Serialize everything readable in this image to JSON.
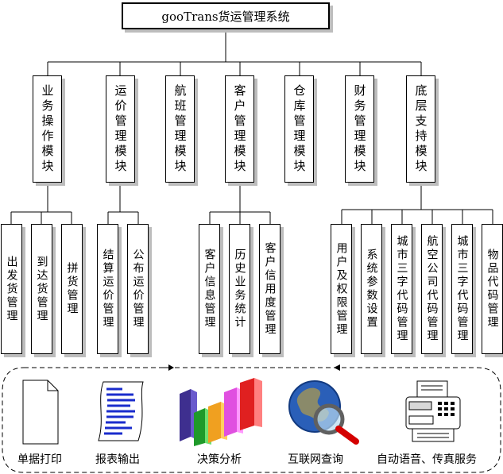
{
  "title": "gooTrans货运管理系统",
  "modules": [
    {
      "label": "业务操作模块"
    },
    {
      "label": "运价管理模块"
    },
    {
      "label": "航班管理模块"
    },
    {
      "label": "客户管理模块"
    },
    {
      "label": "仓库管理模块"
    },
    {
      "label": "财务管理模块"
    },
    {
      "label": "底层支持模块"
    }
  ],
  "submodules": {
    "business": [
      "出发货管理",
      "到达货管理",
      "拼货管理"
    ],
    "freight": [
      "结算运价管理",
      "公布运价管理"
    ],
    "customer": [
      "客户信息管理",
      "历史业务统计",
      "客户信用度管理"
    ],
    "support": [
      "用户及权限管理",
      "系统参数设置",
      "城市三字代码管理",
      "航空公司代码管理",
      "城市三字代码管理",
      "物品代码管理"
    ]
  },
  "services": [
    "单据打印",
    "报表输出",
    "决策分析",
    "互联网查询",
    "自动语音、传真服务"
  ],
  "icons": [
    "document-icon",
    "report-scroll-icon",
    "bar-chart-icon",
    "globe-search-icon",
    "fax-machine-icon"
  ],
  "colors": {
    "line": "#000000",
    "shadow": "#bdbdbd",
    "report_lines": "#1a2ccc",
    "magnifier_handle": "#d40000"
  }
}
